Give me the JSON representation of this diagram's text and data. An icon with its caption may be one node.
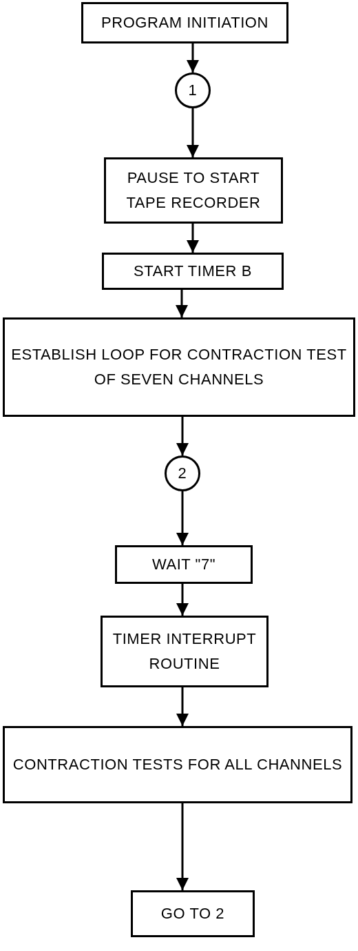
{
  "diagram": {
    "nodes": [
      {
        "text": [
          "PROGRAM INITIATION"
        ]
      },
      {
        "text": [
          "1"
        ]
      },
      {
        "text": [
          "PAUSE TO START TAPE RECORDER"
        ]
      },
      {
        "text": [
          "START TIMER B"
        ]
      },
      {
        "text": [
          "ESTABLISH LOOP FOR CONTRACTION TEST OF SEVEN CHANNELS"
        ]
      },
      {
        "text": [
          "2"
        ]
      },
      {
        "text": [
          "WAIT \"7\""
        ]
      },
      {
        "text": [
          "TIMER INTERRUPT ROUTINE"
        ]
      },
      {
        "text": [
          "CONTRACTION TESTS FOR ALL CHANNELS"
        ]
      },
      {
        "text": [
          "GO TO 2"
        ]
      }
    ],
    "edges": [
      {
        "from": 0,
        "to": 1,
        "arrow": "to"
      },
      {
        "from": 1,
        "to": 2,
        "arrow": "to"
      },
      {
        "from": 2,
        "to": 3,
        "arrow": "to"
      },
      {
        "from": 3,
        "to": 4,
        "arrow": "to"
      },
      {
        "from": 4,
        "to": 5,
        "arrow": "to"
      },
      {
        "from": 5,
        "to": 6,
        "arrow": "to"
      },
      {
        "from": 6,
        "to": 7,
        "arrow": "to"
      },
      {
        "from": 7,
        "to": 8,
        "arrow": "to"
      },
      {
        "from": 8,
        "to": 9,
        "arrow": "to"
      }
    ]
  }
}
